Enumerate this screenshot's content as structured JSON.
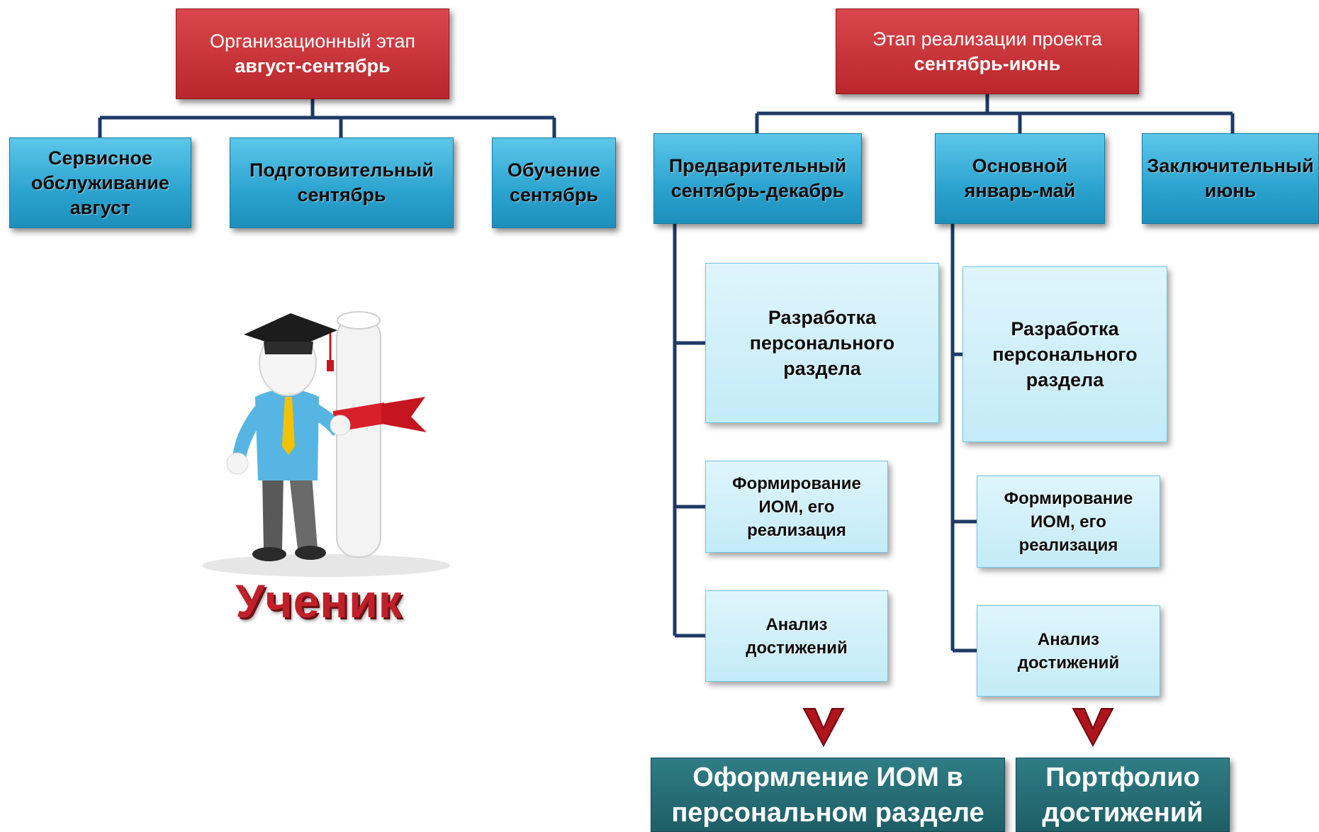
{
  "left": {
    "header": {
      "line1": "Организационный этап",
      "line2": "август-сентябрь"
    },
    "stages": [
      {
        "line1": "Сервисное",
        "line2": "обслуживание",
        "line3": "август"
      },
      {
        "line1": "Подготовительный",
        "line2": "сентябрь"
      },
      {
        "line1": "Обучение",
        "line2": "сентябрь"
      }
    ],
    "figure_label": "Ученик",
    "figure_icon": "graduate-with-diploma-icon"
  },
  "right": {
    "header": {
      "line1": "Этап реализации проекта",
      "line2": "сентябрь-июнь"
    },
    "stages": [
      {
        "line1": "Предварительный",
        "line2": "сентябрь-декабрь"
      },
      {
        "line1": "Основной",
        "line2": "январь-май"
      },
      {
        "line1": "Заключительный",
        "line2": "июнь"
      }
    ],
    "prelim_tasks": [
      {
        "line1": "Разработка",
        "line2": "персонального",
        "line3": "раздела"
      },
      {
        "line1": "Формирование",
        "line2": "ИОМ, его",
        "line3": "реализация"
      },
      {
        "line1": "Анализ",
        "line2": "достижений"
      }
    ],
    "main_tasks": [
      {
        "line1": "Разработка",
        "line2": "персонального",
        "line3": "раздела"
      },
      {
        "line1": "Формирование",
        "line2": "ИОМ, его",
        "line3": "реализация"
      },
      {
        "line1": "Анализ",
        "line2": "достижений"
      }
    ],
    "results": [
      {
        "line1": "Оформление ИОМ в",
        "line2": "персональном разделе"
      },
      {
        "line1": "Портфолио",
        "line2": "достижений"
      }
    ]
  },
  "colors": {
    "header_red": "#c4303a",
    "stage_blue": "#2ba3cf",
    "task_light_blue": "#c8eef9",
    "result_teal": "#236a73",
    "connector_navy": "#1e3a64",
    "arrow_red": "#b0141c"
  }
}
